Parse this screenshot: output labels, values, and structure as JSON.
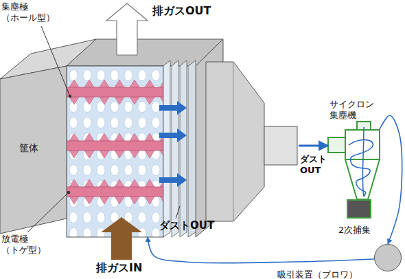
{
  "diagram": {
    "nodes": [
      {
        "text": [
          "筐体"
        ]
      },
      {
        "text": [
          "サイクロン 集塵機"
        ]
      },
      {
        "text": [
          "2次捕集"
        ]
      },
      {
        "text": [
          "吸引装置（ブロワ）"
        ]
      }
    ],
    "edges": [
      {
        "from": 0,
        "to": 1,
        "arrow": "to",
        "label": "ダスト OUT"
      },
      {
        "from": 1,
        "to": 3,
        "arrow": "to"
      },
      {
        "from": 3,
        "to": 0,
        "arrow": "to"
      }
    ],
    "labels": [
      "排ガスOUT",
      "集塵極 （ホール型）",
      "放電極 （トゲ型）",
      "排ガスIN",
      "ダストOUT"
    ]
  }
}
